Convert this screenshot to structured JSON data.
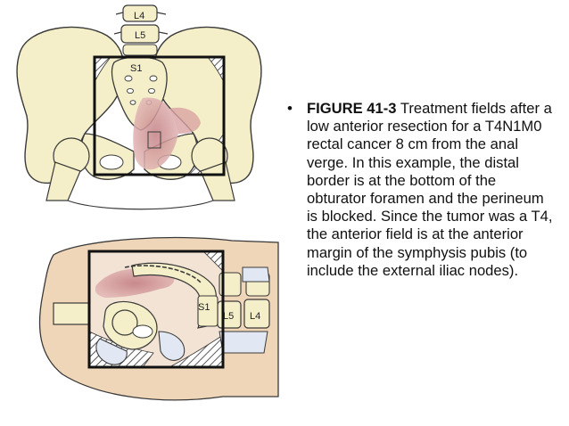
{
  "figure": {
    "top_view_labels": {
      "l4": "L4",
      "l5": "L5",
      "s1": "S1"
    },
    "lateral_view_labels": {
      "s1": "S1",
      "l5": "L5",
      "l4": "L4"
    },
    "colors": {
      "bone": "#f4efc8",
      "bone_outline": "#3a3a3a",
      "skin": "#f0d6b8",
      "tumor": "#c98a8c",
      "field_border": "#111111"
    }
  },
  "caption": {
    "bullet": "•",
    "figure_label": "FIGURE 41-3",
    "text": "Treatment fields after a low anterior resection for a T4N1M0 rectal cancer 8 cm from the anal verge. In this example, the distal border is at the bottom of the obturator foramen and the perineum is blocked. Since the tumor was a T4, the anterior field is at the anterior margin of the symphysis pubis (to include the external iliac nodes)."
  }
}
